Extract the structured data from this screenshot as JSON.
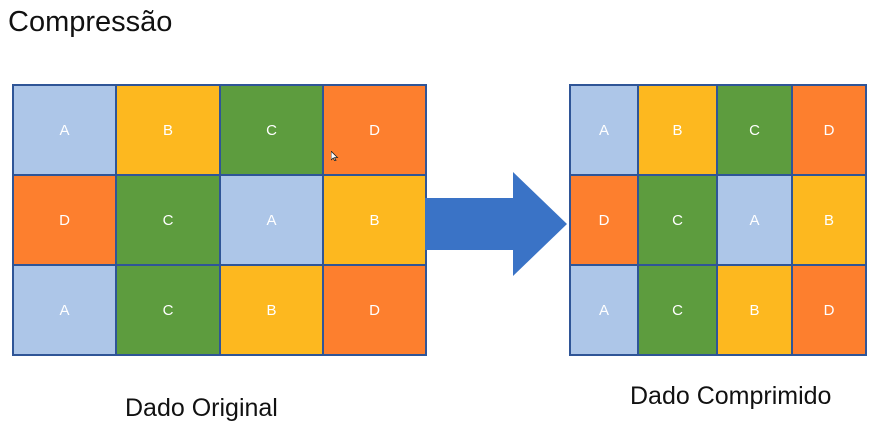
{
  "title": "Compressão",
  "colors": {
    "A": "#adc6e8",
    "B": "#fdb81f",
    "C": "#5d9c3e",
    "D": "#fd7f2e",
    "arrow": "#3a73c6",
    "border": "#2f5597"
  },
  "original": {
    "caption": "Dado Original",
    "rows": [
      [
        "A",
        "B",
        "C",
        "D"
      ],
      [
        "D",
        "C",
        "A",
        "B"
      ],
      [
        "A",
        "C",
        "B",
        "D"
      ]
    ]
  },
  "compressed": {
    "caption": "Dado Comprimido",
    "rows": [
      [
        "A",
        "B",
        "C",
        "D"
      ],
      [
        "D",
        "C",
        "A",
        "B"
      ],
      [
        "A",
        "C",
        "B",
        "D"
      ]
    ]
  },
  "arrow_icon": "right-arrow-icon",
  "cursor_icon": "mouse-pointer-icon"
}
